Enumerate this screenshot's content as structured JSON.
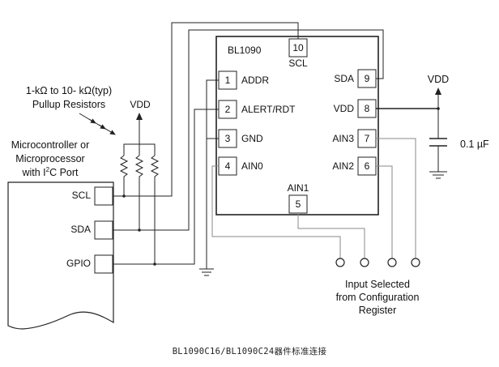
{
  "chip": {
    "name": "BL1090",
    "pins": [
      {
        "num": "1",
        "name": "ADDR"
      },
      {
        "num": "2",
        "name": "ALERT/RDT"
      },
      {
        "num": "3",
        "name": "GND"
      },
      {
        "num": "4",
        "name": "AIN0"
      },
      {
        "num": "5",
        "name": "AIN1"
      },
      {
        "num": "6",
        "name": "AIN2"
      },
      {
        "num": "7",
        "name": "AIN3"
      },
      {
        "num": "8",
        "name": "VDD"
      },
      {
        "num": "9",
        "name": "SDA"
      },
      {
        "num": "10",
        "name": "SCL"
      }
    ]
  },
  "mcu": {
    "title_lines": [
      "Microcontroller or",
      "Microprocessor",
      "with I",
      "2",
      "C Port"
    ],
    "ports": [
      "SCL",
      "SDA",
      "GPIO"
    ]
  },
  "pullup": {
    "lines": [
      "1-kΩ to 10- kΩ(typ)",
      "Pullup Resistors"
    ],
    "vdd": "VDD"
  },
  "supply": {
    "vdd": "VDD",
    "cap": "0.1 µF"
  },
  "inputs": {
    "lines": [
      "Input Selected",
      "from Configuration",
      "Register"
    ]
  },
  "caption": "BL1090C16/BL1090C24器件标准连接"
}
